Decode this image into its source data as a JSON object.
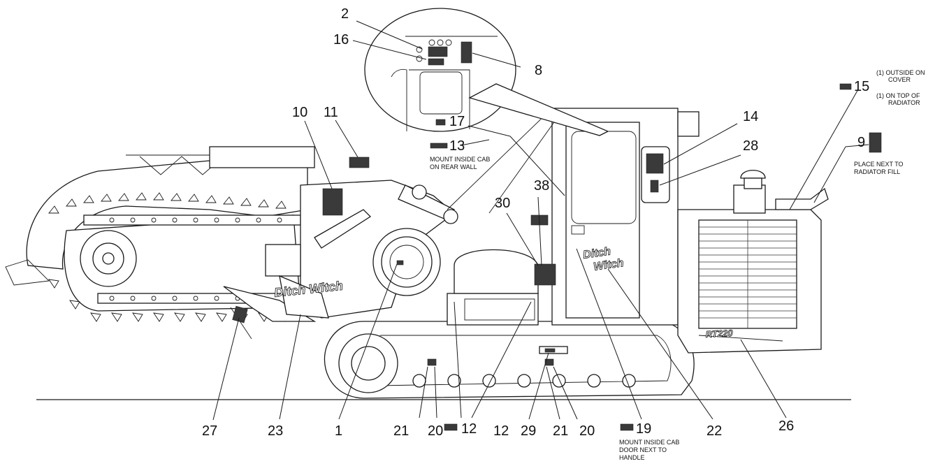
{
  "callouts": [
    {
      "id": "c2",
      "num": "2"
    },
    {
      "id": "c16",
      "num": "16"
    },
    {
      "id": "c8",
      "num": "8"
    },
    {
      "id": "c10",
      "num": "10"
    },
    {
      "id": "c11",
      "num": "11"
    },
    {
      "id": "c17",
      "num": "17"
    },
    {
      "id": "c13",
      "num": "13"
    },
    {
      "id": "c14",
      "num": "14"
    },
    {
      "id": "c28",
      "num": "28"
    },
    {
      "id": "c15",
      "num": "15"
    },
    {
      "id": "c9",
      "num": "9"
    },
    {
      "id": "c38",
      "num": "38"
    },
    {
      "id": "c30",
      "num": "30"
    },
    {
      "id": "c27",
      "num": "27"
    },
    {
      "id": "c23",
      "num": "23"
    },
    {
      "id": "c1",
      "num": "1"
    },
    {
      "id": "c21a",
      "num": "21"
    },
    {
      "id": "c20a",
      "num": "20"
    },
    {
      "id": "c12a",
      "num": "12"
    },
    {
      "id": "c12b",
      "num": "12"
    },
    {
      "id": "c29",
      "num": "29"
    },
    {
      "id": "c21b",
      "num": "21"
    },
    {
      "id": "c20b",
      "num": "20"
    },
    {
      "id": "c19",
      "num": "19"
    },
    {
      "id": "c22",
      "num": "22"
    },
    {
      "id": "c26",
      "num": "26"
    }
  ],
  "notes": {
    "n13": [
      "MOUNT INSIDE CAB",
      "ON REAR WALL"
    ],
    "n15": [
      "(1)  OUTSIDE ON",
      "COVER",
      "(1)  ON TOP OF",
      "RADIATOR"
    ],
    "n9": [
      "PLACE NEXT TO",
      "RADIATOR FILL"
    ],
    "n19": [
      "MOUNT INSIDE CAB",
      "DOOR NEXT TO",
      "HANDLE"
    ]
  },
  "branding": {
    "logo_boom": "Ditch Witch",
    "logo_cab_line1": "Ditch",
    "logo_cab_line2": "Witch",
    "model": "RT220"
  },
  "colors": {
    "decal": "#3a3a3a",
    "line": "#1a1a1a",
    "background": "#ffffff"
  }
}
